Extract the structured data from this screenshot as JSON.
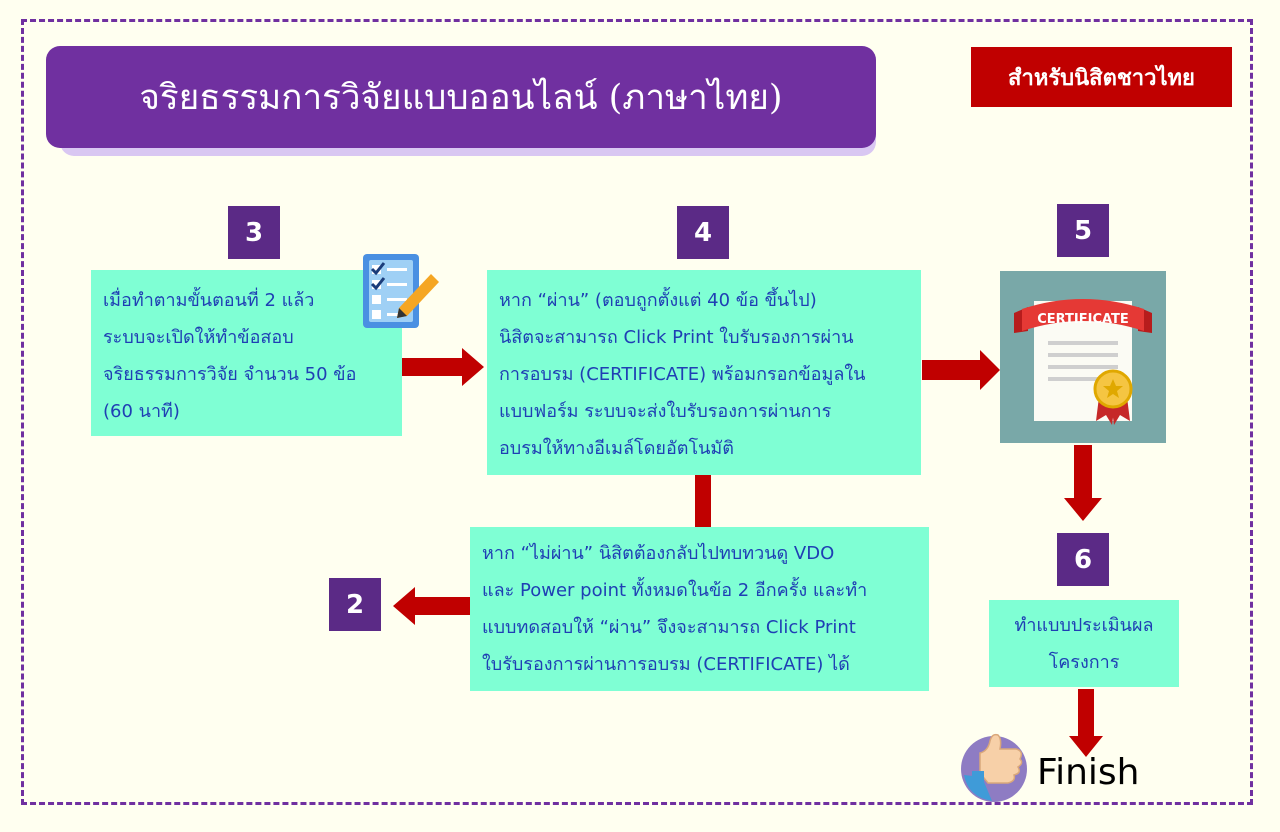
{
  "title": "จริยธรรมการวิจัยแบบออนไลน์ (ภาษาไทย)",
  "badge": "สำหรับนิสิตชาวไทย",
  "steps": {
    "s3": "3",
    "s4": "4",
    "s5": "5",
    "s6": "6",
    "s2": "2"
  },
  "box3": {
    "lines": [
      "เมื่อทำตามขั้นตอนที่ 2 แล้ว",
      "ระบบจะเปิดให้ทำข้อสอบ",
      "จริยธรรมการวิจัย จำนวน 50 ข้อ",
      "(60 นาที)"
    ]
  },
  "box4": {
    "lines": [
      "หาก “ผ่าน” (ตอบถูกตั้งแต่ 40 ข้อ ขึ้นไป)",
      "นิสิตจะสามารถ Click Print ใบรับรองการผ่าน",
      "การอบรม (CERTIFICATE)  พร้อมกรอกข้อมูลใน",
      "แบบฟอร์ม ระบบจะส่งใบรับรองการผ่านการ",
      "อบรมให้ทางอีเมล์โดยอัตโนมัติ"
    ]
  },
  "box_fail": {
    "lines": [
      "หาก “ไม่ผ่าน” นิสิตต้องกลับไปทบทวนดู VDO",
      "และ Power point ทั้งหมดในข้อ 2 อีกครั้ง และทำ",
      "แบบทดสอบให้ “ผ่าน” จึงจะสามารถ Click Print",
      " ใบรับรองการผ่านการอบรม (CERTIFICATE)  ได้"
    ]
  },
  "box6": {
    "lines": [
      "ทำแบบประเมินผล",
      "โครงการ"
    ]
  },
  "certificate_text": "CERTIFICATE",
  "finish": "Finish",
  "colors": {
    "frame": "#7030a0",
    "title_bg": "#7030a0",
    "badge_bg": "#c00000",
    "step_bg": "#5b2a86",
    "box_bg": "#7fffd4",
    "box_text": "#1f3fb4",
    "arrow": "#c00000"
  }
}
